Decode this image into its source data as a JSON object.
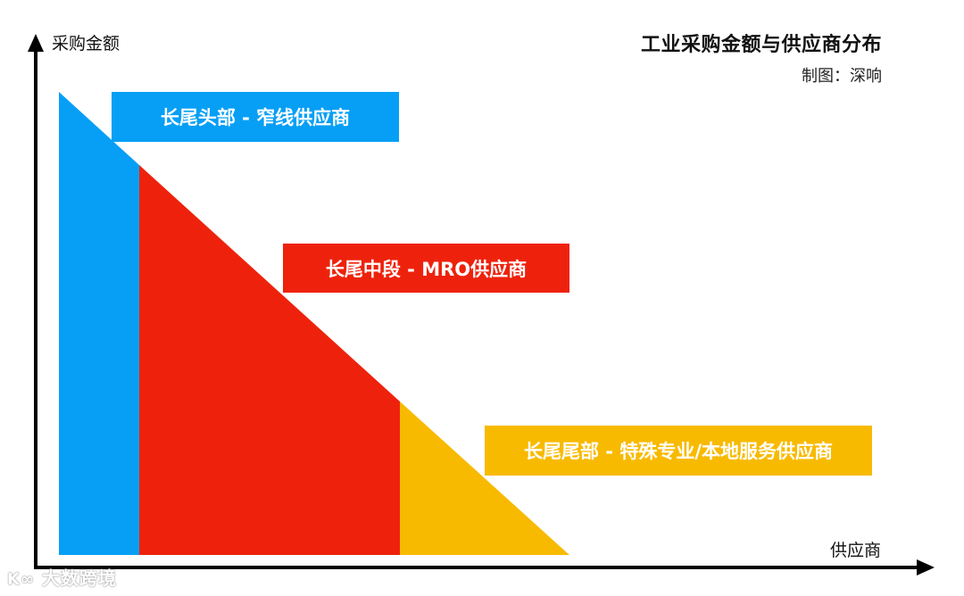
{
  "header": {
    "title": "工业采购金额与供应商分布",
    "credit": "制图：深响"
  },
  "axes": {
    "y_label": "采购金额",
    "x_label": "供应商"
  },
  "segments": [
    {
      "name": "长尾头部",
      "label": "长尾头部 - 窄线供应商",
      "color": "#069ff5"
    },
    {
      "name": "长尾中段",
      "label": "长尾中段 - MRO供应商",
      "color": "#ee220c"
    },
    {
      "name": "长尾尾部",
      "label": "长尾尾部 - 特殊专业/本地服务供应商",
      "color": "#f8ba00"
    }
  ],
  "watermark": {
    "text": "大数跨境",
    "icon": "kdb-logo-icon"
  },
  "chart_data": {
    "type": "area",
    "title": "工业采购金额与供应商分布",
    "subtitle": "制图：深响",
    "xlabel": "供应商",
    "ylabel": "采购金额",
    "grid": false,
    "legend_position": "inline",
    "description": "Descending long-tail triangle split into three vertical bands",
    "series": [
      {
        "name": "长尾头部 - 窄线供应商",
        "x_range": [
          0,
          0.157
        ],
        "y_start": 1.0,
        "y_end": 0.843,
        "color": "#069ff5"
      },
      {
        "name": "长尾中段 - MRO供应商",
        "x_range": [
          0.157,
          0.668
        ],
        "y_start": 0.843,
        "y_end": 0.332,
        "color": "#ee220c"
      },
      {
        "name": "长尾尾部 - 特殊专业/本地服务供应商",
        "x_range": [
          0.668,
          1.0
        ],
        "y_start": 0.332,
        "y_end": 0.0,
        "color": "#f8ba00"
      }
    ]
  }
}
